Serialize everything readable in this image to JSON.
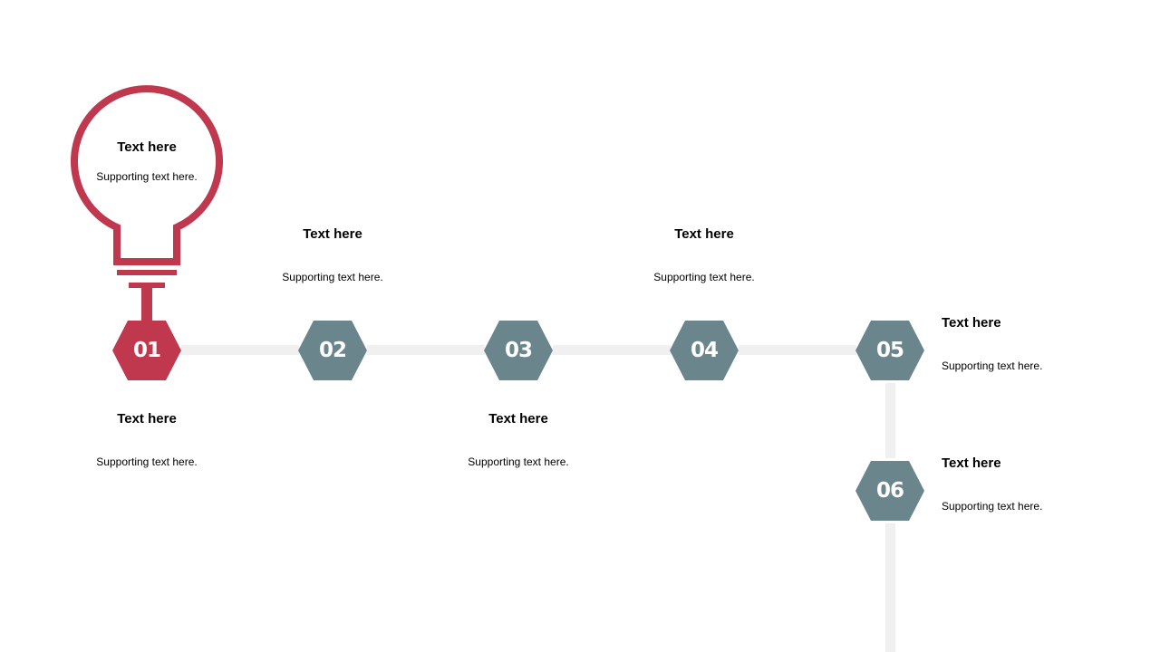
{
  "colors": {
    "accent": "#c0384d",
    "step": "#6b858d",
    "connector": "#f0f0f0",
    "text": "#000000"
  },
  "bulb": {
    "title": "Text here",
    "subtitle": "Supporting text here."
  },
  "steps": [
    {
      "number": "01",
      "title": "Text here",
      "subtitle": "Supporting text here."
    },
    {
      "number": "02",
      "title": "Text here",
      "subtitle": "Supporting text here."
    },
    {
      "number": "03",
      "title": "Text here",
      "subtitle": "Supporting text here."
    },
    {
      "number": "04",
      "title": "Text here",
      "subtitle": "Supporting text here."
    },
    {
      "number": "05",
      "title": "Text here",
      "subtitle": "Supporting text here."
    },
    {
      "number": "06",
      "title": "Text here",
      "subtitle": "Supporting text here."
    }
  ]
}
